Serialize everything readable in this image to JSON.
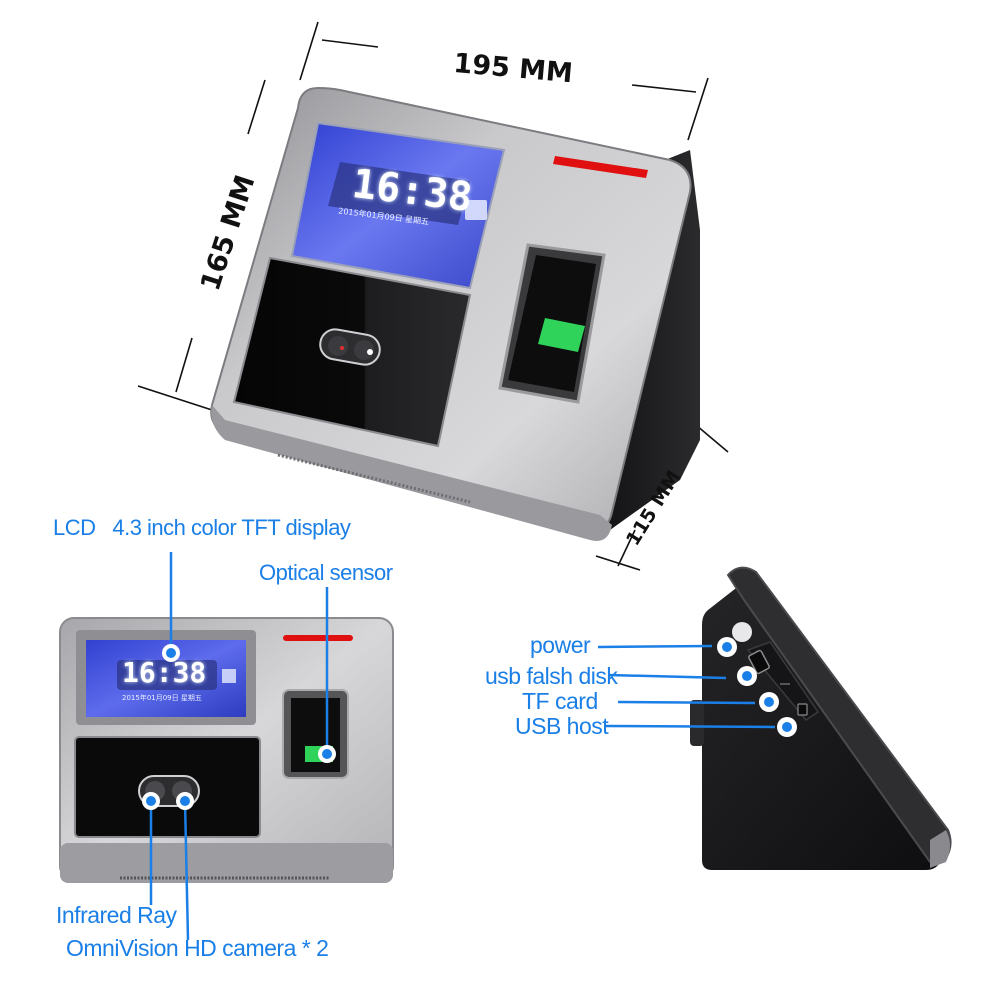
{
  "dimensions": {
    "width": "195 MM",
    "height": "165 MM",
    "depth": "115 MM"
  },
  "display": {
    "time": "16:38",
    "date": "2015年01月09日 星期五"
  },
  "callouts": {
    "lcd": "LCD   4.3 inch color TFT display",
    "optical_sensor": "Optical sensor",
    "infrared_ray": "Infrared Ray",
    "camera": "OmniVision HD camera * 2",
    "power": "power",
    "usb_flash_disk": "usb falsh disk",
    "tf_card": "TF card",
    "usb_host": "USB host"
  },
  "colors": {
    "callout_blue": "#1a7fe6",
    "body_silver": "#b9b9bb",
    "body_black": "#1c1c1e",
    "led_red": "#e01010",
    "sensor_green": "#2fd35a",
    "screen_blue": "#3f4fd8"
  }
}
